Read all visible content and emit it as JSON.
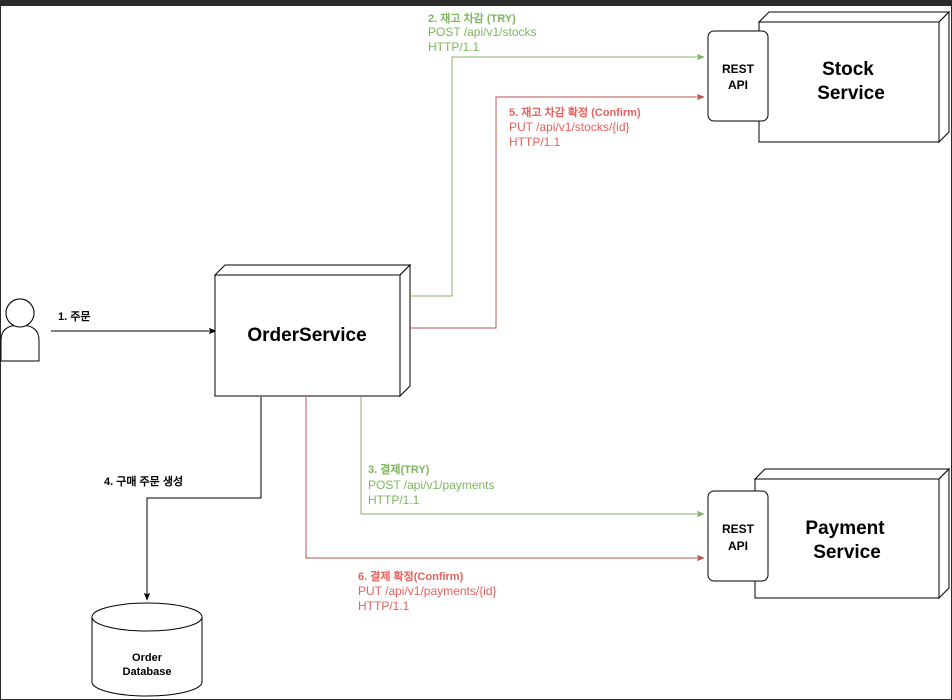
{
  "colors": {
    "green": "#82b366",
    "red": "#b85450",
    "green_text": "#7eb660",
    "red_text": "#e8605c",
    "black": "#000000",
    "frame": "#2b2b2b"
  },
  "actor": {
    "icon": "user-icon",
    "step_label": "1. 주문"
  },
  "order_service": {
    "title": "OrderService"
  },
  "stock_service": {
    "title_line1": "Stock",
    "title_line2": "Service",
    "api_line1": "REST",
    "api_line2": "API"
  },
  "payment_service": {
    "title_line1": "Payment",
    "title_line2": "Service",
    "api_line1": "REST",
    "api_line2": "API"
  },
  "order_database": {
    "label_line1": "Order",
    "label_line2": "Database",
    "step_label": "4. 구매 주문 생성"
  },
  "edges": {
    "stock_try": {
      "title": "2. 재고 차감 (TRY)",
      "line1": "POST /api/v1/stocks",
      "line2": "HTTP/1.1"
    },
    "stock_confirm": {
      "title": "5. 재고 차감 확정 (Confirm)",
      "line1": "PUT /api/v1/stocks/{id}",
      "line2": "HTTP/1.1"
    },
    "payment_try": {
      "title": "3. 결제(TRY)",
      "line1": "POST /api/v1/payments",
      "line2": "HTTP/1.1"
    },
    "payment_confirm": {
      "title": "6. 결제 확정(Confirm)",
      "line1": "PUT /api/v1/payments/{id}",
      "line2": "HTTP/1.1"
    }
  }
}
